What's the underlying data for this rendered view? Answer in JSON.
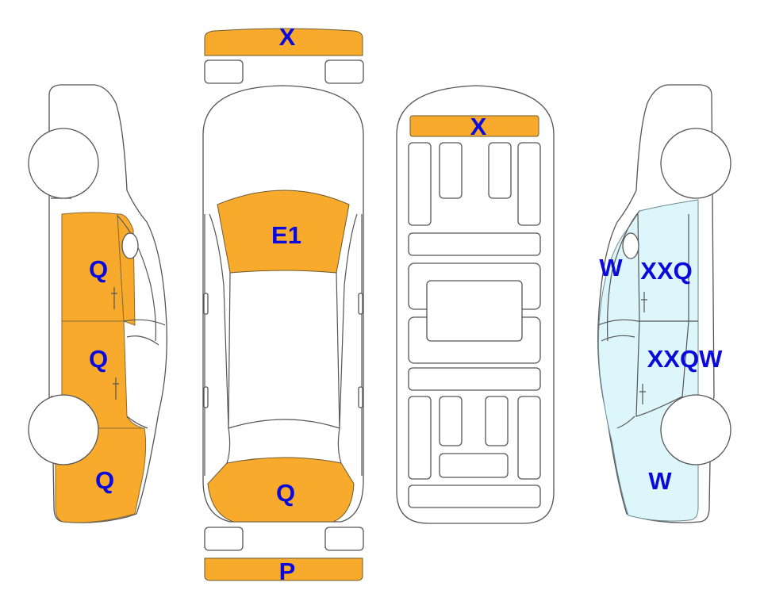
{
  "colors": {
    "damage_fill": "#F8AA2D",
    "glass_fill": "#DDF6FB",
    "label_color": "#0A0ADC",
    "outline": "#555555"
  },
  "labels": {
    "front_bumper": "X",
    "roof_panel": "X",
    "hood": "E1",
    "trunk_lid": "Q",
    "rear_bumper": "P",
    "left_front_door": "Q",
    "left_rear_door": "Q",
    "left_rear_quarter": "Q",
    "right_front_door_a": "W",
    "right_front_door_b": "XXQ",
    "right_rear_door": "XXQW",
    "right_rear_quarter": "W"
  }
}
